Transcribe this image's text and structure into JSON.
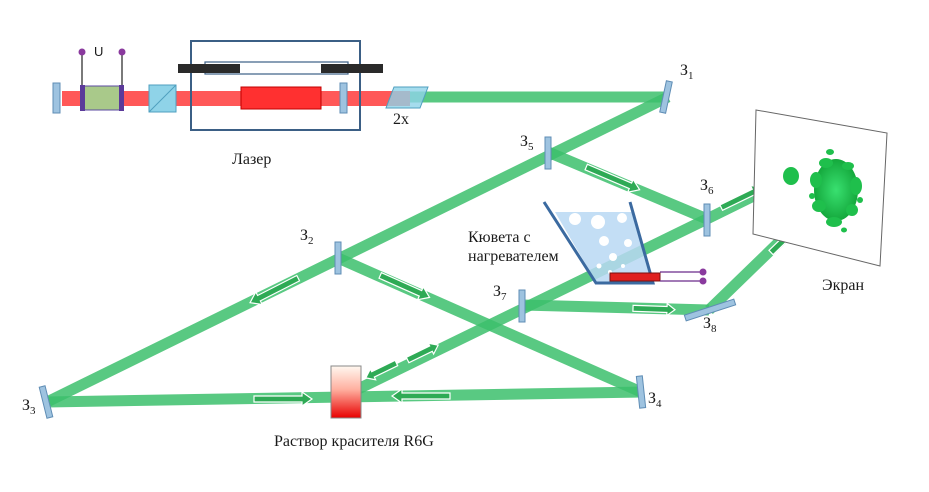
{
  "labels": {
    "voltage": "U",
    "doubler": "2х",
    "laser": "Лазер",
    "cuvette_line1": "Кювета с",
    "cuvette_line2": "нагревателем",
    "screen": "Экран",
    "dye_solution": "Раствор красителя R6G",
    "mirror_letter": "З"
  },
  "mirrors": {
    "z1": "1",
    "z2": "2",
    "z3": "3",
    "z4": "4",
    "z5": "5",
    "z6": "6",
    "z7": "7",
    "z8": "8"
  },
  "colors": {
    "green_beam": "#3cbf6c",
    "red_beam": "#ff3b3b",
    "mirror": "#9ec3e0",
    "mirror_edge": "#5f8db5",
    "laser_housing": "#3b5f85",
    "electrode": "#8a3a9e",
    "cuvette_fill": "#b9d8f3",
    "heater": "#e02020",
    "screen_spot": "#1fbf4c"
  }
}
